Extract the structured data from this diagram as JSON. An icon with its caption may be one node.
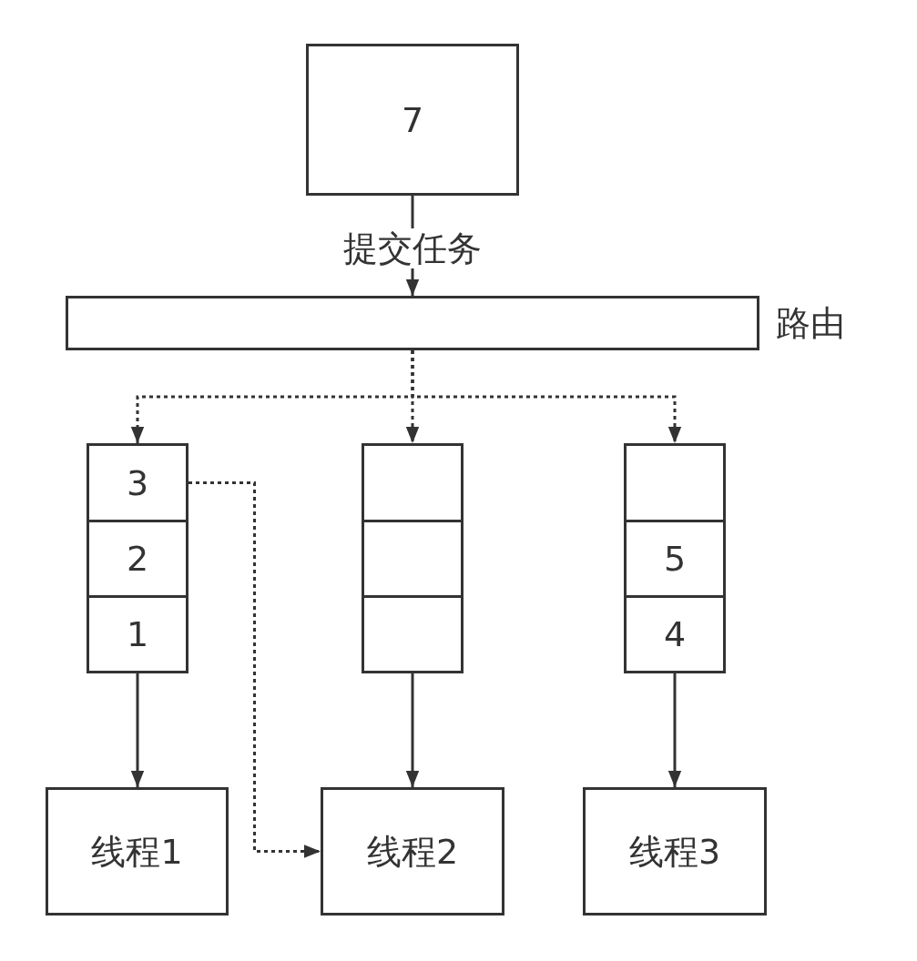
{
  "diagram": {
    "nodes": [
      {
        "text": [
          "7"
        ]
      },
      {
        "text": [],
        "shape": "box",
        "beside": [
          "路由"
        ]
      },
      {
        "text": [
          "3"
        ]
      },
      {
        "text": [
          "2"
        ]
      },
      {
        "text": [
          "1"
        ]
      },
      {
        "text": [],
        "shape": "box"
      },
      {
        "text": [],
        "shape": "box"
      },
      {
        "text": [],
        "shape": "box"
      },
      {
        "text": [],
        "shape": "box"
      },
      {
        "text": [
          "5"
        ]
      },
      {
        "text": [
          "4"
        ]
      },
      {
        "text": [
          "线程1"
        ]
      },
      {
        "text": [
          "线程2"
        ]
      },
      {
        "text": [
          "线程3"
        ]
      }
    ],
    "edges": [
      {
        "from": 0,
        "to": 1,
        "arrow": "to",
        "label": "提交任务"
      },
      {
        "from": 1,
        "to": 2,
        "arrow": "to",
        "style": "dashed"
      },
      {
        "from": 1,
        "to": 5,
        "arrow": "to",
        "style": "dashed"
      },
      {
        "from": 1,
        "to": 8,
        "arrow": "to",
        "style": "dashed"
      },
      {
        "from": 4,
        "to": 11,
        "arrow": "to"
      },
      {
        "from": 7,
        "to": 12,
        "arrow": "to"
      },
      {
        "from": 10,
        "to": 13,
        "arrow": "to"
      },
      {
        "from": 2,
        "to": 12,
        "arrow": "to",
        "style": "dashed"
      }
    ]
  }
}
